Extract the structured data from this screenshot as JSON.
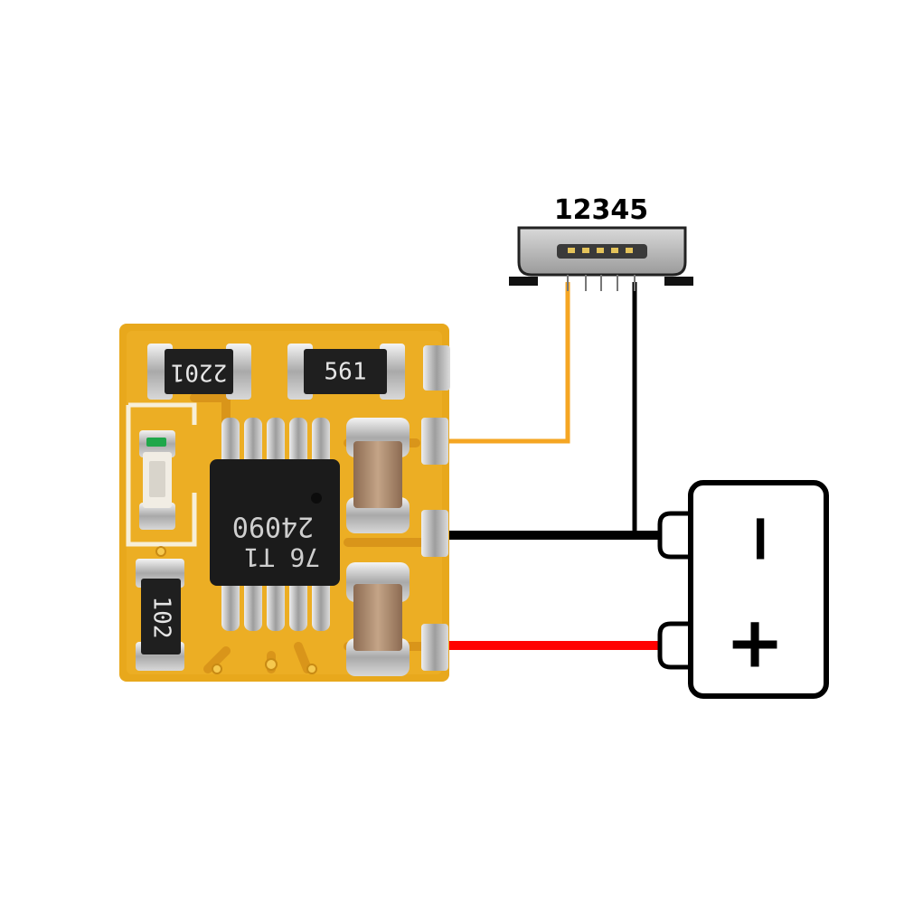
{
  "connector": {
    "pin_label": "12345"
  },
  "board": {
    "resistor_top_left": "2201",
    "resistor_top_right": "561",
    "resistor_bottom_left": "102",
    "ic_line1": "24090",
    "ic_line2": "76 T1"
  },
  "battery": {
    "minus_label": "−",
    "plus_label": "+"
  },
  "colors": {
    "pcb": "#e8a81c",
    "pcb_light": "#f2c24a",
    "wire_data": "#f5a623",
    "wire_ground": "#000000",
    "wire_positive": "#ff0000",
    "ic_body": "#1b1b1b",
    "pad_silver": "#b9b9b9",
    "capacitor": "#a8876a"
  }
}
